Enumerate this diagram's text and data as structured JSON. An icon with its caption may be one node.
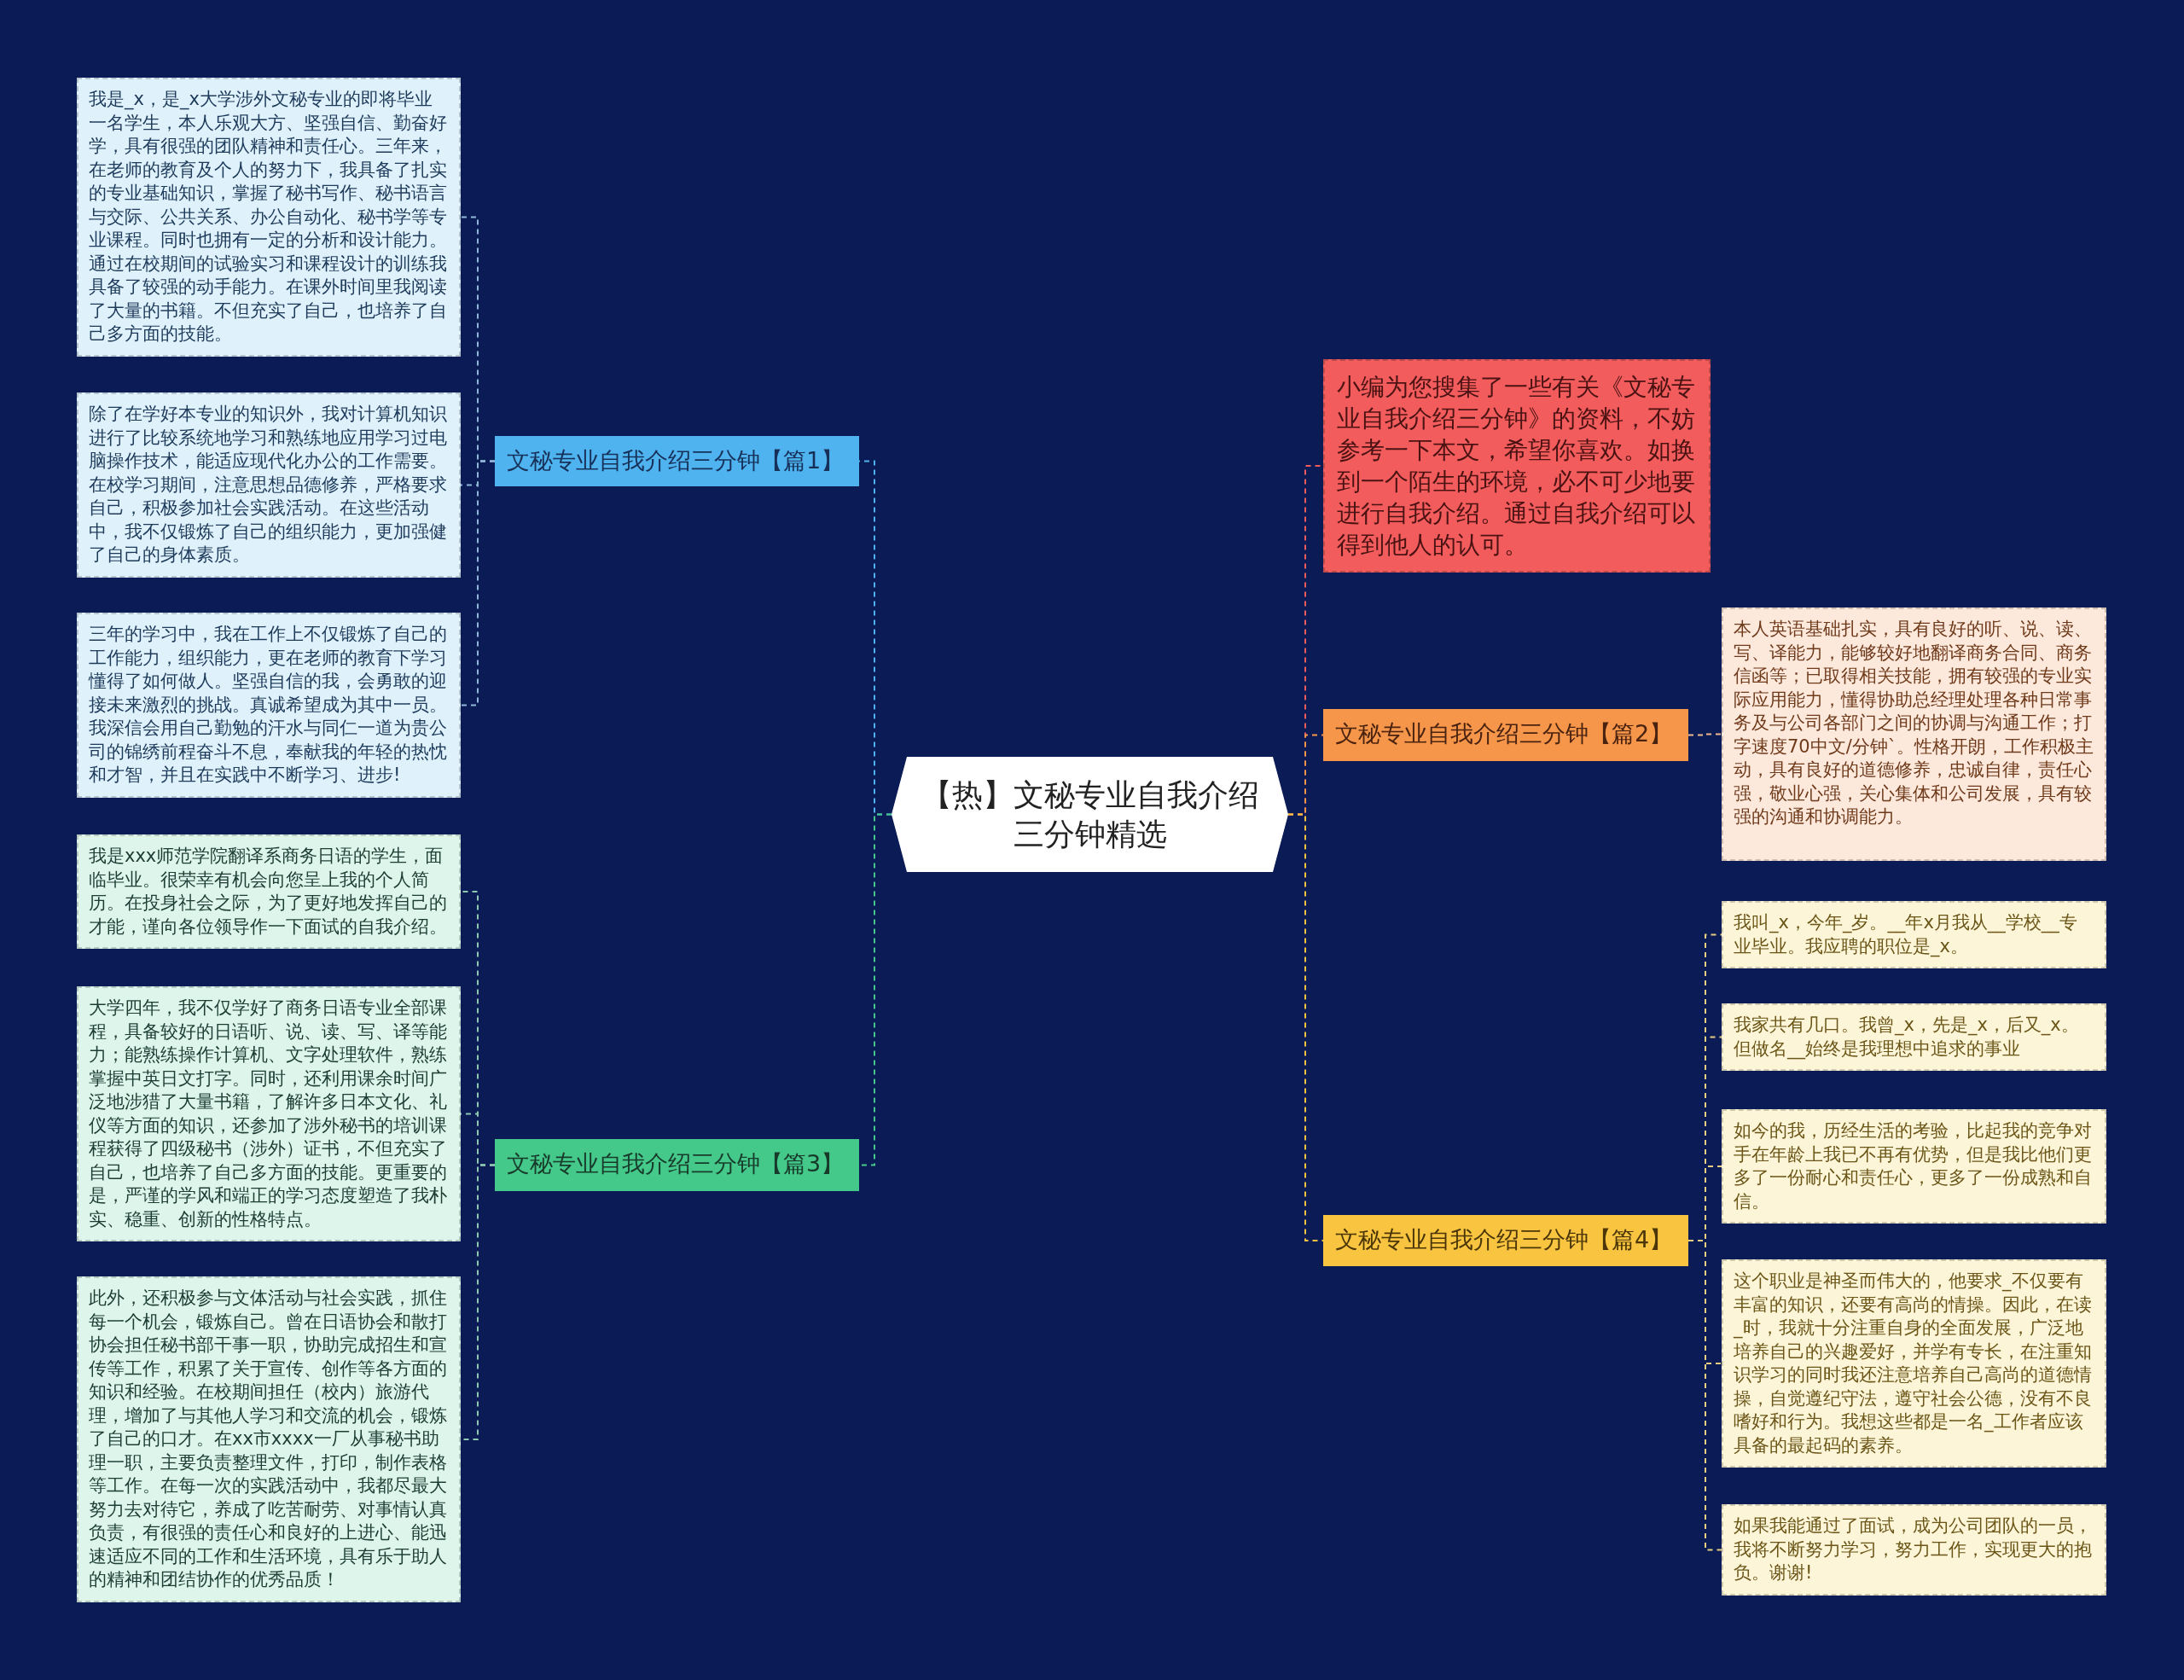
{
  "diagram": {
    "nodes": [
      {
        "text": [
          "【热】文秘专业自我介绍三分钟精选"
        ]
      },
      {
        "text": [
          "文秘专业自我介绍三分钟【篇1】"
        ]
      },
      {
        "text": [
          "我是_x，是_x大学涉外文秘专业的即将毕业一名学生，本人乐观大方、坚强自信、勤奋好学，具有很强的团队精神和责任心。三年来，在老师的教育及个人的努力下，我具备了扎实的专业基础知识，掌握了秘书写作、秘书语言与交际、公共关系、办公自动化、秘书学等专业课程。同时也拥有一定的分析和设计能力。通过在校期间的试验实习和课程设计的训练我具备了较强的动手能力。在课外时间里我阅读了大量的书籍。不但充实了自己，也培养了自己多方面的技能。"
        ]
      },
      {
        "text": [
          "除了在学好本专业的知识外，我对计算机知识进行了比较系统地学习和熟练地应用学习过电脑操作技术，能适应现代化办公的工作需要。在校学习期间，注意思想品德修养，严格要求自己，积极参加社会实践活动。在这些活动中，我不仅锻炼了自己的组织能力，更加强健了自己的身体素质。"
        ]
      },
      {
        "text": [
          "三年的学习中，我在工作上不仅锻炼了自己的工作能力，组织能力，更在老师的教育下学习懂得了如何做人。坚强自信的我，会勇敢的迎接未来激烈的挑战。真诚希望成为其中一员。我深信会用自己勤勉的汗水与同仁一道为贵公司的锦绣前程奋斗不息，奉献我的年轻的热忱和才智，并且在实践中不断学习、进步!"
        ]
      },
      {
        "text": [
          "文秘专业自我介绍三分钟【篇3】"
        ]
      },
      {
        "text": [
          "我是xxx师范学院翻译系商务日语的学生，面临毕业。很荣幸有机会向您呈上我的个人简历。在投身社会之际，为了更好地发挥自己的才能，谨向各位领导作一下面试的自我介绍。"
        ]
      },
      {
        "text": [
          "大学四年，我不仅学好了商务日语专业全部课程，具备较好的日语听、说、读、写、译等能力；能熟练操作计算机、文字处理软件，熟练掌握中英日文打字。同时，还利用课余时间广泛地涉猎了大量书籍，了解许多日本文化、礼仪等方面的知识，还参加了涉外秘书的培训课程获得了四级秘书（涉外）证书，不但充实了自己，也培养了自己多方面的技能。更重要的是，严谨的学风和端正的学习态度塑造了我朴实、稳重、创新的性格特点。"
        ]
      },
      {
        "text": [
          "此外，还积极参与文体活动与社会实践，抓住每一个机会，锻炼自己。曾在日语协会和散打协会担任秘书部干事一职，协助完成招生和宣传等工作，积累了关于宣传、创作等各方面的知识和经验。在校期间担任（校内）旅游代理，增加了与其他人学习和交流的机会，锻炼了自己的口才。在xx市xxxx一厂从事秘书助理一职，主要负责整理文件，打印，制作表格等工作。在每一次的实践活动中，我都尽最大努力去对待它，养成了吃苦耐劳、对事情认真负责，有很强的责任心和良好的上进心、能迅速适应不同的工作和生活环境，具有乐于助人的精神和团结协作的优秀品质！"
        ]
      },
      {
        "text": [
          "小编为您搜集了一些有关《文秘专业自我介绍三分钟》的资料，不妨参考一下本文，希望你喜欢。如换到一个陌生的环境，必不可少地要进行自我介绍。通过自我介绍可以得到他人的认可。"
        ]
      },
      {
        "text": [
          "文秘专业自我介绍三分钟【篇2】"
        ]
      },
      {
        "text": [
          "本人英语基础扎实，具有良好的听、说、读、写、译能力，能够较好地翻译商务合同、商务信函等；已取得相关技能，拥有较强的专业实际应用能力，懂得协助总经理处理各种日常事务及与公司各部门之间的协调与沟通工作；打字速度70中文/分钟`。性格开朗，工作积极主动，具有良好的道德修养，忠诚自律，责任心强，敬业心强，关心集体和公司发展，具有较强的沟通和协调能力。"
        ]
      },
      {
        "text": [
          "文秘专业自我介绍三分钟【篇4】"
        ]
      },
      {
        "text": [
          "我叫_x，今年_岁。__年x月我从__学校__专业毕业。我应聘的职位是_x。"
        ]
      },
      {
        "text": [
          "我家共有几口。我曾_x，先是_x，后又_x。但做名__始终是我理想中追求的事业"
        ]
      },
      {
        "text": [
          "如今的我，历经生活的考验，比起我的竞争对手在年龄上我已不再有优势，但是我比他们更多了一份耐心和责任心，更多了一份成熟和自信。"
        ]
      },
      {
        "text": [
          "这个职业是神圣而伟大的，他要求_不仅要有丰富的知识，还要有高尚的情操。因此，在读_时，我就十分注重自身的全面发展，广泛地培养自己的兴趣爱好，并学有专长，在注重知识学习的同时我还注意培养自己高尚的道德情操，自觉遵纪守法，遵守社会公德，没有不良嗜好和行为。我想这些都是一名_工作者应该具备的最起码的素养。"
        ]
      },
      {
        "text": [
          "如果我能通过了面试，成为公司团队的一员，我将不断努力学习，努力工作，实现更大的抱负。谢谢!"
        ]
      }
    ],
    "edges": [
      {
        "from": 0,
        "to": 1,
        "arrow": "none",
        "color": "#4fb3f0"
      },
      {
        "from": 1,
        "to": 2,
        "arrow": "none",
        "color": "#8fb8d8"
      },
      {
        "from": 1,
        "to": 3,
        "arrow": "none",
        "color": "#8fb8d8"
      },
      {
        "from": 1,
        "to": 4,
        "arrow": "none",
        "color": "#8fb8d8"
      },
      {
        "from": 0,
        "to": 5,
        "arrow": "none",
        "color": "#45c98a"
      },
      {
        "from": 5,
        "to": 6,
        "arrow": "none",
        "color": "#8fc8b0"
      },
      {
        "from": 5,
        "to": 7,
        "arrow": "none",
        "color": "#8fc8b0"
      },
      {
        "from": 5,
        "to": 8,
        "arrow": "none",
        "color": "#8fc8b0"
      },
      {
        "from": 0,
        "to": 9,
        "arrow": "none",
        "color": "#f25c5c"
      },
      {
        "from": 0,
        "to": 10,
        "arrow": "none",
        "color": "#f5964a"
      },
      {
        "from": 10,
        "to": 11,
        "arrow": "none",
        "color": "#f0b890"
      },
      {
        "from": 0,
        "to": 12,
        "arrow": "none",
        "color": "#f9c440"
      },
      {
        "from": 12,
        "to": 13,
        "arrow": "none",
        "color": "#e8cf80"
      },
      {
        "from": 12,
        "to": 14,
        "arrow": "none",
        "color": "#e8cf80"
      },
      {
        "from": 12,
        "to": 15,
        "arrow": "none",
        "color": "#e8cf80"
      },
      {
        "from": 12,
        "to": 16,
        "arrow": "none",
        "color": "#e8cf80"
      },
      {
        "from": 12,
        "to": 17,
        "arrow": "none",
        "color": "#e8cf80"
      }
    ]
  }
}
